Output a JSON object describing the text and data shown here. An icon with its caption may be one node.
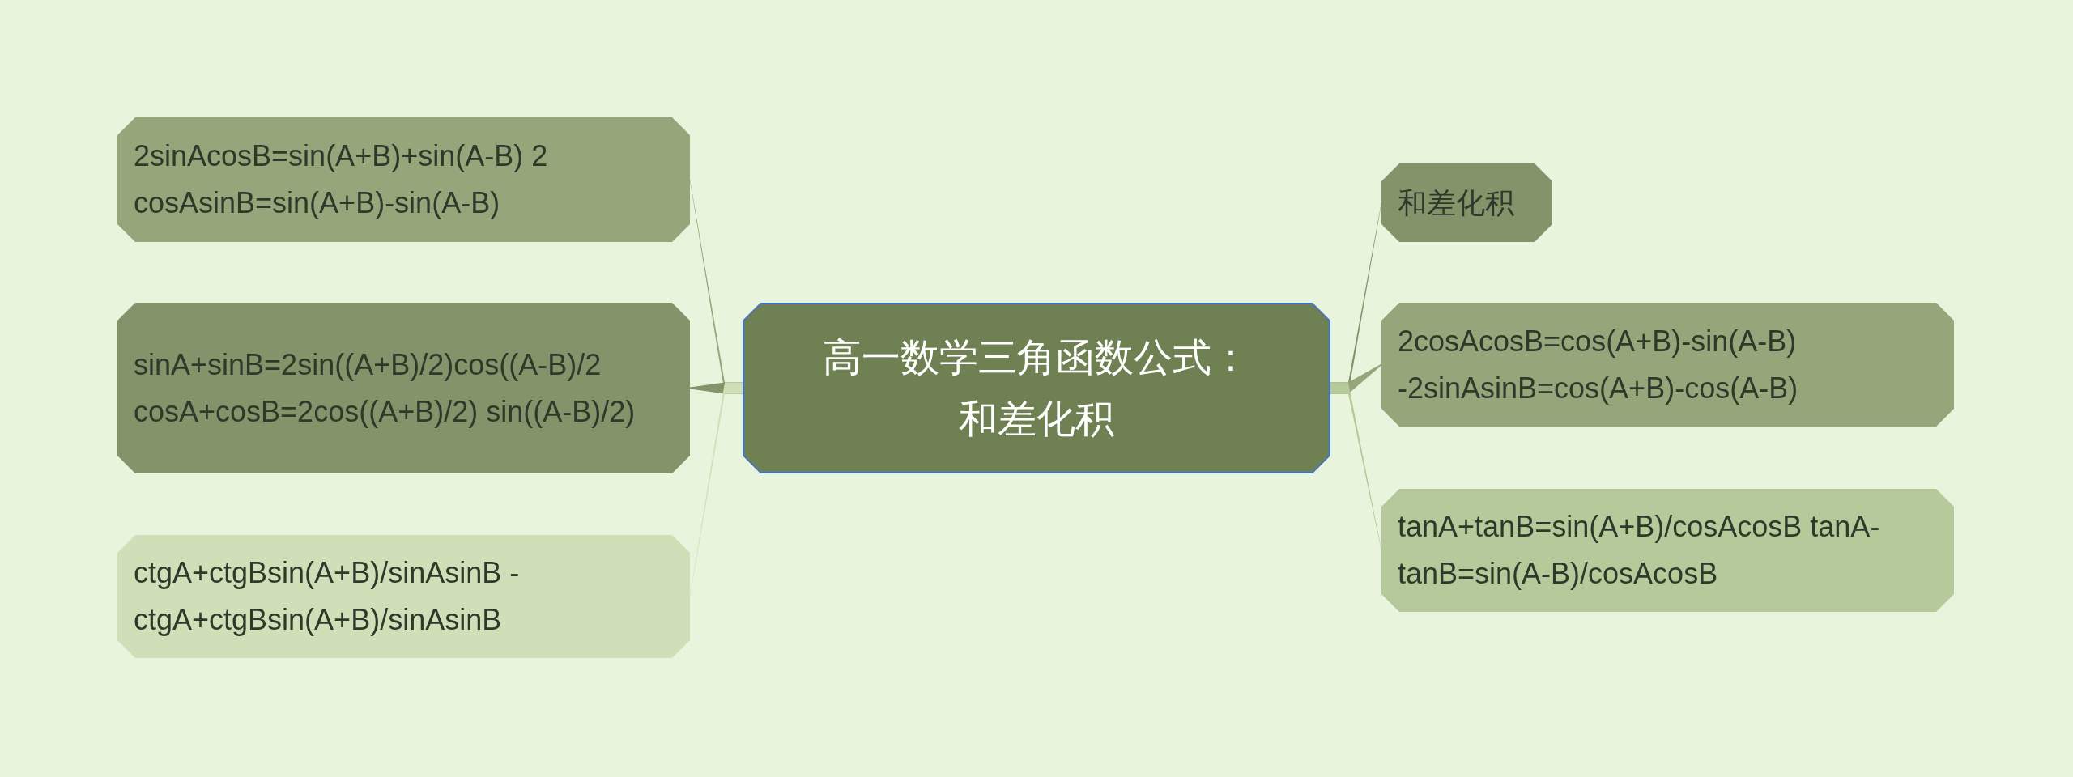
{
  "diagram": {
    "nodes": [
      {
        "text": [
          "高一数学三角函数公式：和差化积"
        ]
      },
      {
        "text": [
          "2sinAcosB=sin(A+B)+sin(A-B) 2 cosAsinB=sin(A+B)-sin(A-B)"
        ]
      },
      {
        "text": [
          "sinA+sinB=2sin((A+B)/2)cos((A-B)/2 cosA+cosB=2cos((A+B)/2) sin((A-B)/2)"
        ]
      },
      {
        "text": [
          "ctgA+ctgBsin(A+B)/sinAsinB -ctgA+ctgBsin(A+B)/sinAsinB"
        ]
      },
      {
        "text": [
          "和差化积"
        ]
      },
      {
        "text": [
          "2cosAcosB=cos(A+B)-sin(A-B) -2sinAsinB=cos(A+B)-cos(A-B)"
        ]
      },
      {
        "text": [
          "tanA+tanB=sin(A+B)/cosAcosB tanA-tanB=sin(A-B)/cosAcosB"
        ]
      }
    ],
    "edges": [
      {
        "from": 0,
        "to": 1,
        "arrow": "none",
        "color": "#95a67b"
      },
      {
        "from": 0,
        "to": 2,
        "arrow": "none",
        "color": "#83936a"
      },
      {
        "from": 0,
        "to": 3,
        "arrow": "none",
        "color": "#cfe0b8"
      },
      {
        "from": 0,
        "to": 4,
        "arrow": "none",
        "color": "#83936a"
      },
      {
        "from": 0,
        "to": 5,
        "arrow": "none",
        "color": "#95a67b"
      },
      {
        "from": 0,
        "to": 6,
        "arrow": "none",
        "color": "#b5c99a"
      }
    ]
  }
}
